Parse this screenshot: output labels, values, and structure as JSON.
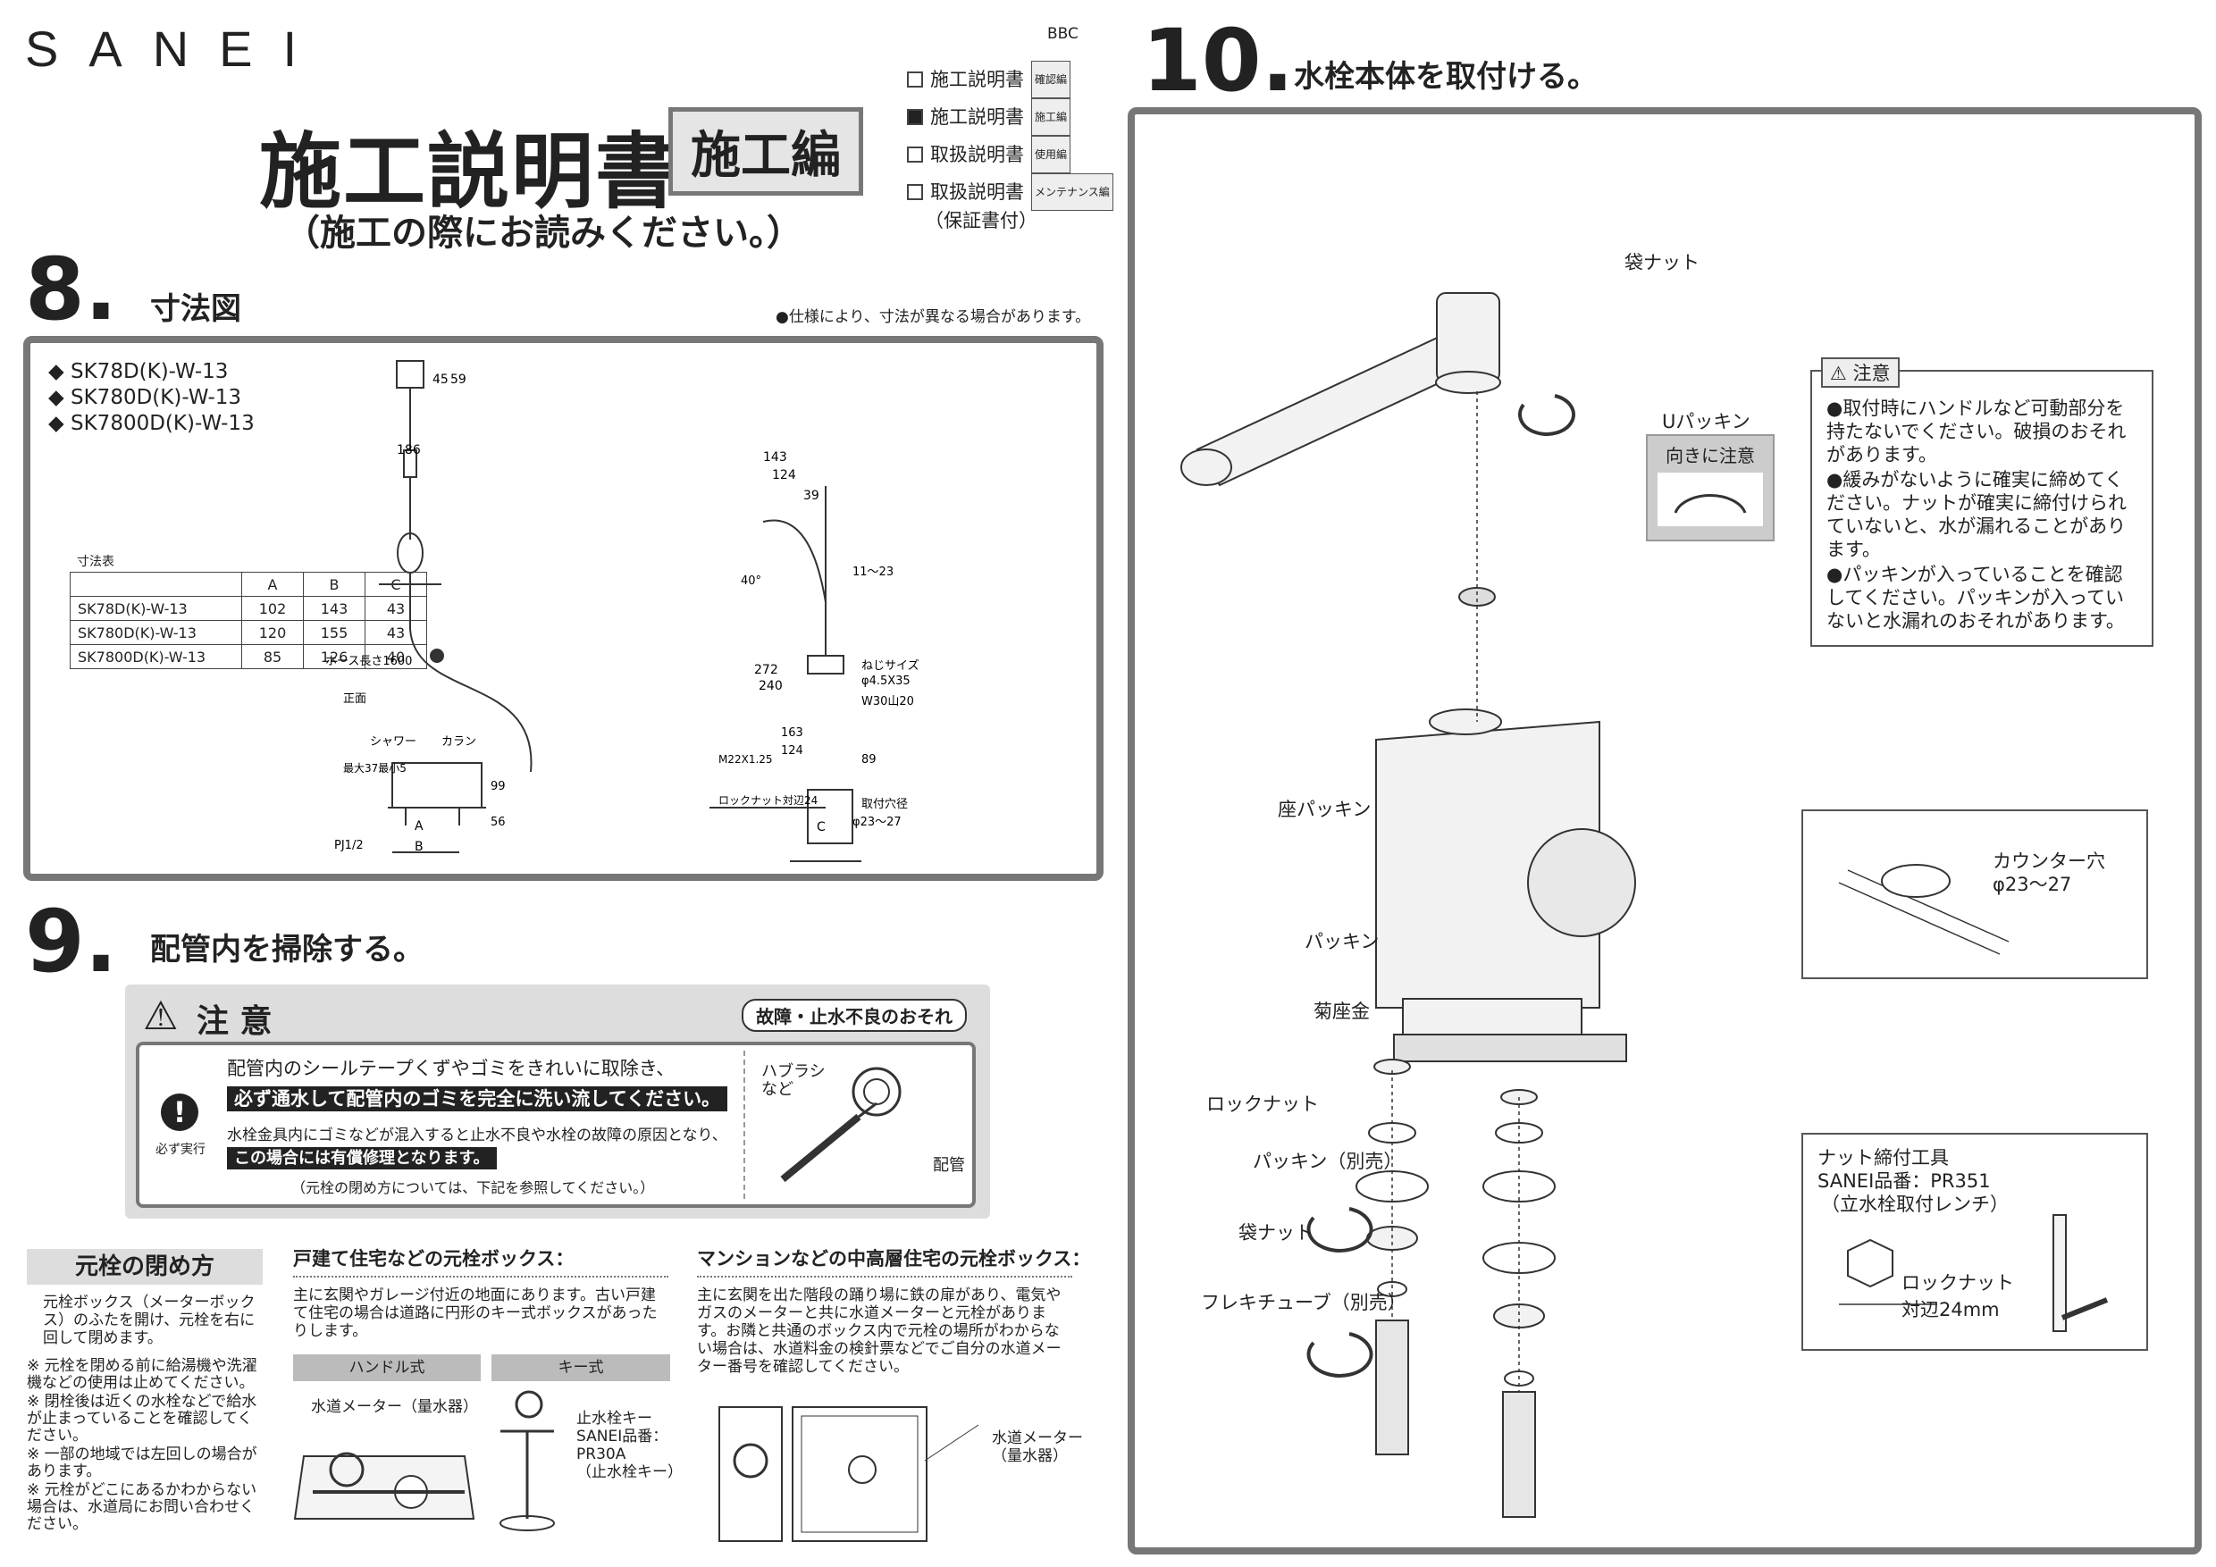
{
  "header": {
    "logo": "SANEI",
    "title": "施工説明書",
    "edition": "施工編",
    "subtitle": "（施工の際にお読みください。）",
    "code": "BBC"
  },
  "doc_list": [
    {
      "label": "施工説明書",
      "tag": "確認編",
      "checked": false
    },
    {
      "label": "施工説明書",
      "tag": "施工編",
      "checked": true
    },
    {
      "label": "取扱説明書",
      "tag": "使用編",
      "checked": false
    },
    {
      "label": "取扱説明書",
      "tag": "メンテナンス編",
      "checked": false
    }
  ],
  "doc_list_note": "（保証書付）",
  "section8": {
    "number": "8.",
    "title": "寸法図",
    "note": "●仕様により、寸法が異なる場合があります。",
    "models": [
      "◆ SK78D(K)-W-13",
      "◆ SK780D(K)-W-13",
      "◆ SK7800D(K)-W-13"
    ],
    "table_title": "寸法表",
    "table_headers": [
      "",
      "A",
      "B",
      "C"
    ],
    "table_rows": [
      [
        "SK78D(K)-W-13",
        "102",
        "143",
        "43"
      ],
      [
        "SK780D(K)-W-13",
        "120",
        "155",
        "43"
      ],
      [
        "SK7800D(K)-W-13",
        "85",
        "126",
        "40"
      ]
    ],
    "front_label": "正面",
    "hose_label": "ホース長さ1600",
    "labels": {
      "d45": "45",
      "d59": "59",
      "d186": "186",
      "shower": "シャワー",
      "karan": "カラン",
      "max": "最大37最小5",
      "d99": "99",
      "d56": "56",
      "a": "A",
      "b": "B",
      "pj": "PJ1/2",
      "d143": "143",
      "d124": "124",
      "d39": "39",
      "d1123": "11～23",
      "deg40": "40°",
      "screw": "ねじサイズ",
      "screw2": "φ4.5X35",
      "d272": "272",
      "d240": "240",
      "w30": "W30山20",
      "m22": "M22X1.25",
      "d163": "163",
      "d124b": "124",
      "d89": "89",
      "locknut": "ロックナット対辺24",
      "c": "C",
      "hole": "取付穴径",
      "hole2": "φ23～27"
    }
  },
  "section9": {
    "number": "9.",
    "title": "配管内を掃除する。",
    "caution_title": "注 意",
    "caution_tag": "故障・止水不良のおそれ",
    "must_label": "必ず実行",
    "line1": "配管内のシールテープくずやゴミをきれいに取除き、",
    "line2": "必ず通水して配管内のゴミを完全に洗い流してください。",
    "line3": "水栓金具内にゴミなどが混入すると止水不良や水栓の故障の原因となり、",
    "line4": "この場合には有償修理となります。",
    "line5": "（元栓の閉め方については、下記を参照してください。）",
    "brush_label": "ハブラシ\nなど",
    "pipe_label": "配管"
  },
  "valve": {
    "title": "元栓の閉め方",
    "intro": "元栓ボックス（メーターボックス）のふたを開け、元栓を右に回して閉めます。",
    "notes": [
      "※ 元栓を閉める前に給湯機や洗濯機などの使用は止めてください。",
      "※ 閉栓後は近くの水栓などで給水が止まっていることを確認してください。",
      "※ 一部の地域では左回しの場合があります。",
      "※ 元栓がどこにあるかわからない場合は、水道局にお問い合わせください。"
    ],
    "house_title": "戸建て住宅などの元栓ボックス：",
    "house_text": "主に玄関やガレージ付近の地面にあります。古い戸建て住宅の場合は道路に円形のキー式ボックスがあったりします。",
    "handle_type": "ハンドル式",
    "key_type": "キー式",
    "meter_label": "水道メーター（量水器）",
    "key_label": "止水栓キー\nSANEI品番：\nPR30A\n（止水栓キー）",
    "mansion_title": "マンションなどの中高層住宅の元栓ボックス：",
    "mansion_text": "主に玄関を出た階段の踊り場に鉄の扉があり、電気やガスのメーターと共に水道メーターと元栓があります。お隣と共通のボックス内で元栓の場所がわからない場合は、水道料金の検針票などでご自分の水道メーター番号を確認してください。",
    "meter_label2": "水道メーター\n（量水器）"
  },
  "section10": {
    "number": "10.",
    "title": "水栓本体を取付ける。",
    "callouts": {
      "fukuro_top": "袋ナット",
      "u_packing": "Uパッキン",
      "direction": "向きに注意",
      "za_packing": "座パッキン",
      "packing": "パッキン",
      "kiku": "菊座金",
      "locknut": "ロックナット",
      "packing_sep": "パッキン（別売）",
      "fukuro_bottom": "袋ナット",
      "flexi": "フレキチューブ（別売）"
    },
    "caution_title": "注意",
    "caution_items": [
      "●取付時にハンドルなど可動部分を持たないでください。破損のおそれがあります。",
      "●緩みがないように確実に締めてください。ナットが確実に締付けられていないと、水が漏れることがあります。",
      "●パッキンが入っていることを確認してください。パッキンが入っていないと水漏れのおそれがあります。"
    ],
    "counter_label": "カウンター穴",
    "counter_size": "φ23～27",
    "tool_title": "ナット締付工具",
    "tool_code": "SANEI品番：PR351",
    "tool_name": "（立水栓取付レンチ）",
    "tool_nut": "ロックナット",
    "tool_size": "対辺24mm"
  },
  "colors": {
    "frame": "#777777",
    "caution_bg": "#dddddd",
    "text": "#222222"
  }
}
